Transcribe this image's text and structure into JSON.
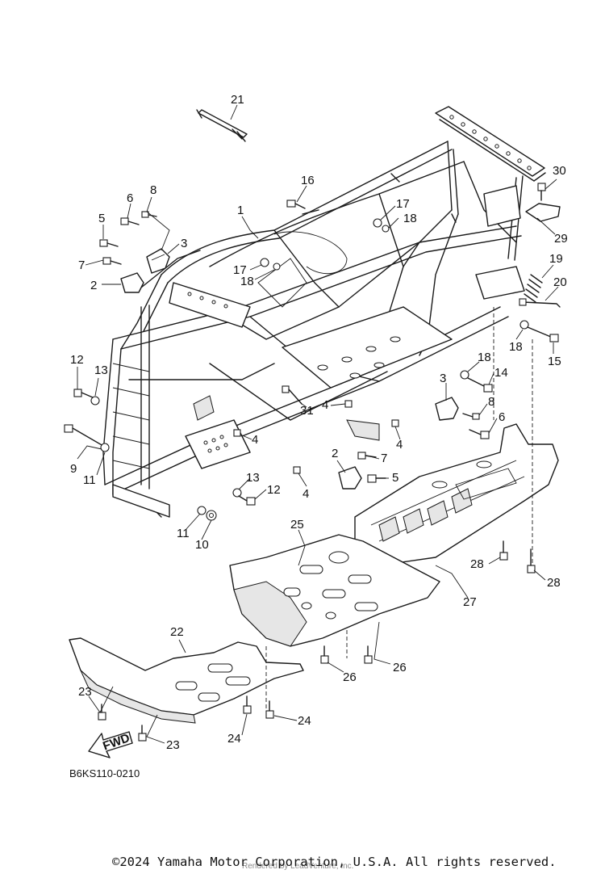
{
  "diagram": {
    "reference_code": "B6KS110-0210",
    "fwd_label": "FWD",
    "copyright": "©2024 Yamaha Motor Corporation, U.S.A. All rights reserved.",
    "watermark": "Rendered by LeadVenture, Inc.",
    "callouts": [
      {
        "id": "c21",
        "label": "21"
      },
      {
        "id": "c16",
        "label": "16"
      },
      {
        "id": "c1",
        "label": "1"
      },
      {
        "id": "c30",
        "label": "30"
      },
      {
        "id": "c17a",
        "label": "17"
      },
      {
        "id": "c18a",
        "label": "18"
      },
      {
        "id": "c29",
        "label": "29"
      },
      {
        "id": "c6a",
        "label": "6"
      },
      {
        "id": "c8a",
        "label": "8"
      },
      {
        "id": "c5a",
        "label": "5"
      },
      {
        "id": "c3a",
        "label": "3"
      },
      {
        "id": "c7a",
        "label": "7"
      },
      {
        "id": "c2a",
        "label": "2"
      },
      {
        "id": "c17b",
        "label": "17"
      },
      {
        "id": "c18b",
        "label": "18"
      },
      {
        "id": "c19",
        "label": "19"
      },
      {
        "id": "c20",
        "label": "20"
      },
      {
        "id": "c18c",
        "label": "18"
      },
      {
        "id": "c15",
        "label": "15"
      },
      {
        "id": "c12a",
        "label": "12"
      },
      {
        "id": "c13a",
        "label": "13"
      },
      {
        "id": "c18d",
        "label": "18"
      },
      {
        "id": "c14",
        "label": "14"
      },
      {
        "id": "c3b",
        "label": "3"
      },
      {
        "id": "c4a",
        "label": "4"
      },
      {
        "id": "c31",
        "label": "31"
      },
      {
        "id": "c8b",
        "label": "8"
      },
      {
        "id": "c6b",
        "label": "6"
      },
      {
        "id": "c4b",
        "label": "4"
      },
      {
        "id": "c4c",
        "label": "4"
      },
      {
        "id": "c9",
        "label": "9"
      },
      {
        "id": "c11a",
        "label": "11"
      },
      {
        "id": "c2b",
        "label": "2"
      },
      {
        "id": "c7b",
        "label": "7"
      },
      {
        "id": "c5b",
        "label": "5"
      },
      {
        "id": "c13b",
        "label": "13"
      },
      {
        "id": "c12b",
        "label": "12"
      },
      {
        "id": "c4d",
        "label": "4"
      },
      {
        "id": "c11b",
        "label": "11"
      },
      {
        "id": "c10",
        "label": "10"
      },
      {
        "id": "c25",
        "label": "25"
      },
      {
        "id": "c28a",
        "label": "28"
      },
      {
        "id": "c28b",
        "label": "28"
      },
      {
        "id": "c27",
        "label": "27"
      },
      {
        "id": "c22",
        "label": "22"
      },
      {
        "id": "c26a",
        "label": "26"
      },
      {
        "id": "c26b",
        "label": "26"
      },
      {
        "id": "c23a",
        "label": "23"
      },
      {
        "id": "c24a",
        "label": "24"
      },
      {
        "id": "c24b",
        "label": "24"
      },
      {
        "id": "c23b",
        "label": "23"
      }
    ]
  }
}
